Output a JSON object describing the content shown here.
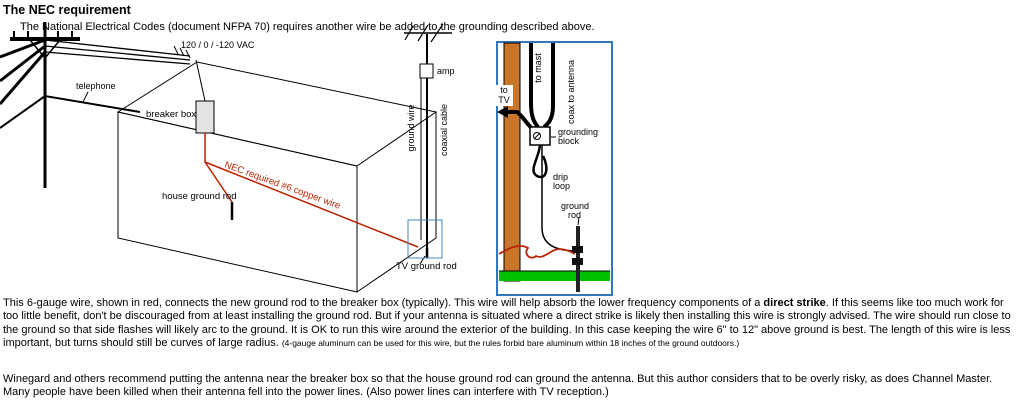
{
  "page": {
    "title": "The NEC requirement",
    "intro": "The National Electrical Codes (document NFPA 70) requires another wire be added to the grounding described above."
  },
  "diagram": {
    "labels": {
      "vac": "120 / 0 / -120  VAC",
      "telephone": "telephone",
      "breaker_box": "breaker box",
      "house_ground_rod": "house ground rod",
      "nec_wire": "NEC required #6 copper wire",
      "ground_wire": "ground wire",
      "coaxial_cable": "coaxial cable",
      "amp": "amp",
      "tv_ground_rod": "TV ground rod"
    },
    "inset": {
      "to_mast": "to mast",
      "coax_to_antenna": "coax to antenna",
      "to_line1": "to",
      "to_line2": "TV",
      "grounding_line1": "grounding",
      "grounding_line2": "block",
      "drip_line1": "drip",
      "drip_line2": "loop",
      "ground_rod_line1": "ground",
      "ground_rod_line2": "rod"
    },
    "colors": {
      "nec_wire_red": "#bb2200",
      "mast_orange": "#c9762b",
      "grass_green": "#00c000",
      "inset_border": "#3377bb"
    }
  },
  "body": {
    "para1_before_bold": "This 6-gauge wire, shown in red, connects the new ground rod to the breaker box (typically).  This wire will help absorb the lower frequency components of a ",
    "para1_bold": "direct strike",
    "para1_after_bold": ".  If this seems like too much work for too little benefit, don't be discouraged from at least installing the ground rod.  But if your antenna is situated where a direct strike is likely then installing this wire is strongly advised.  The wire should run close to the ground so that side flashes will likely arc to the ground.  It is OK to run this wire around the exterior of the building.  In this case keeping the wire 6\" to 12\" above ground is best.  The length of this wire is less important, but turns should still be curves of large radius. ",
    "para1_small": "(4-gauge aluminum can be used for this wire, but the rules forbid bare aluminum within 18 inches of the ground outdoors.)",
    "para2": "Winegard and others recommend putting the antenna near the breaker box so that the house ground rod can ground the antenna.  But this author considers that to be overly risky, as does Channel Master.  Many people have been killed when their antenna fell into the power lines.  (Also power lines can interfere with TV reception.)"
  }
}
